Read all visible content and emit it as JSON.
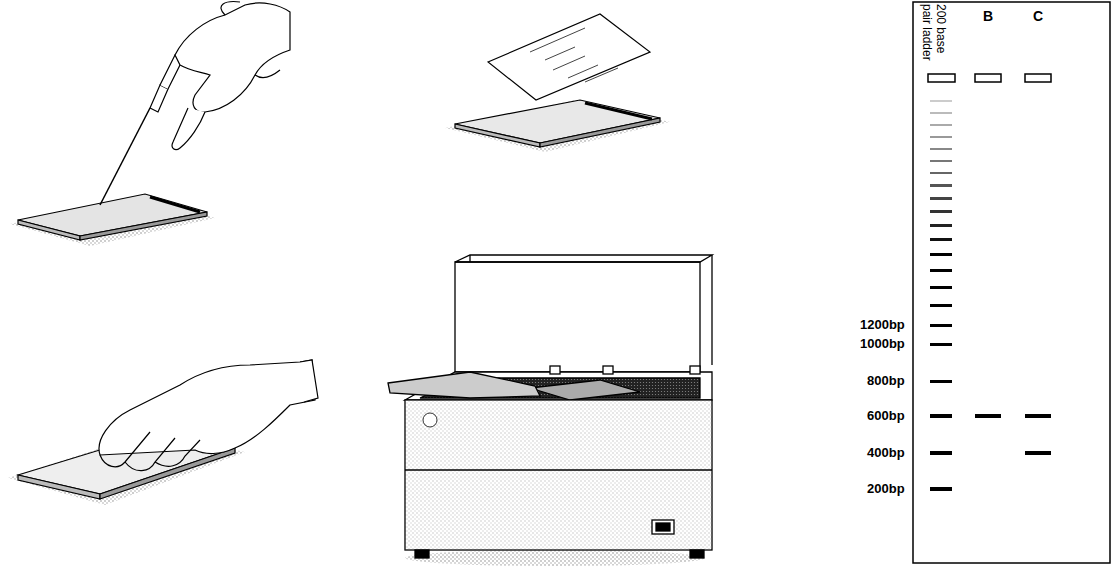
{
  "diagram": {
    "labels": [
      "200 base pair ladder",
      "B",
      "C",
      "1200bp",
      "1000bp",
      "800bp",
      "600bp",
      "400bp",
      "200bp"
    ]
  }
}
